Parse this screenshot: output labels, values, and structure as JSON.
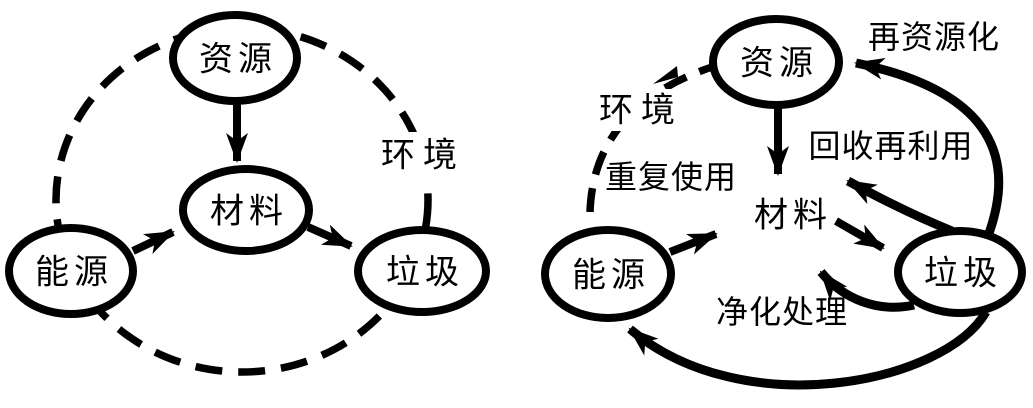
{
  "colors": {
    "ink": "#000000",
    "background": "#ffffff"
  },
  "left_diagram": {
    "nodes": {
      "resource": "资源",
      "material": "材料",
      "energy": "能源",
      "waste": "垃圾"
    },
    "labels": {
      "environment": "环境"
    }
  },
  "right_diagram": {
    "nodes": {
      "resource": "资源",
      "material": "材料",
      "energy": "能源",
      "waste": "垃圾"
    },
    "labels": {
      "environment": "环境",
      "reuse": "重复使用",
      "recycling_reuse": "回收再利用",
      "re_resourcification": "再资源化",
      "purification_treatment": "净化处理"
    }
  }
}
